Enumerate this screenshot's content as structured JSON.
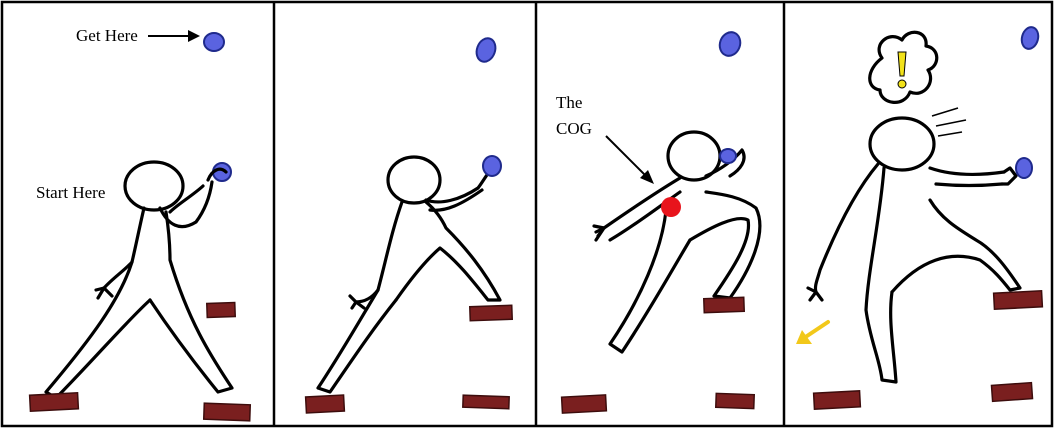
{
  "labels": {
    "get_here": "Get Here",
    "start_here": "Start Here",
    "cog_line1": "The",
    "cog_line2": "COG",
    "exclamation": "!"
  },
  "colors": {
    "hold": "#5a63e0",
    "ledge": "#7a1f1f",
    "cog_dot": "#e8141c",
    "exclamation": "#f2e21a",
    "arrow_yellow": "#f2c81a"
  },
  "panels": [
    {
      "name": "panel-1"
    },
    {
      "name": "panel-2"
    },
    {
      "name": "panel-3"
    },
    {
      "name": "panel-4"
    }
  ]
}
